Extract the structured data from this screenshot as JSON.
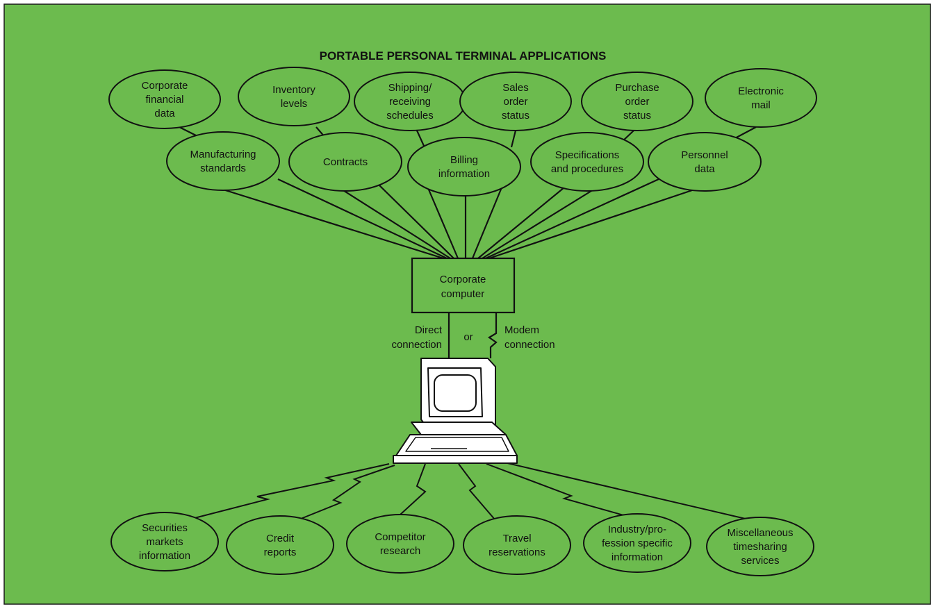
{
  "title": "PORTABLE PERSONAL TERMINAL APPLICATIONS",
  "top_row": [
    {
      "id": "corporate-financial-data",
      "lines": [
        "Corporate",
        "financial",
        "data"
      ]
    },
    {
      "id": "inventory-levels",
      "lines": [
        "Inventory",
        "levels"
      ]
    },
    {
      "id": "shipping-receiving-schedules",
      "lines": [
        "Shipping/",
        "receiving",
        "schedules"
      ]
    },
    {
      "id": "sales-order-status",
      "lines": [
        "Sales",
        "order",
        "status"
      ]
    },
    {
      "id": "purchase-order-status",
      "lines": [
        "Purchase",
        "order",
        "status"
      ]
    },
    {
      "id": "electronic-mail",
      "lines": [
        "Electronic",
        "mail"
      ]
    }
  ],
  "middle_row": [
    {
      "id": "manufacturing-standards",
      "lines": [
        "Manufacturing",
        "standards"
      ]
    },
    {
      "id": "contracts",
      "lines": [
        "Contracts"
      ]
    },
    {
      "id": "billing-information",
      "lines": [
        "Billing",
        "information"
      ]
    },
    {
      "id": "specifications-and-procedures",
      "lines": [
        "Specifications",
        "and procedures"
      ]
    },
    {
      "id": "personnel-data",
      "lines": [
        "Personnel",
        "data"
      ]
    }
  ],
  "computer": {
    "lines": [
      "Corporate",
      "computer"
    ]
  },
  "connection": {
    "direct": [
      "Direct",
      "connection"
    ],
    "or": "or",
    "modem": [
      "Modem",
      "connection"
    ]
  },
  "bottom_row": [
    {
      "id": "securities-markets-information",
      "lines": [
        "Securities",
        "markets",
        "information"
      ]
    },
    {
      "id": "credit-reports",
      "lines": [
        "Credit",
        "reports"
      ]
    },
    {
      "id": "competitor-research",
      "lines": [
        "Competitor",
        "research"
      ]
    },
    {
      "id": "travel-reservations",
      "lines": [
        "Travel",
        "reservations"
      ]
    },
    {
      "id": "industry-profession-specific-information",
      "lines": [
        "Industry/pro-",
        "fession specific",
        "information"
      ]
    },
    {
      "id": "miscellaneous-timesharing-services",
      "lines": [
        "Miscellaneous",
        "timesharing",
        "services"
      ]
    }
  ],
  "colors": {
    "background": "#6cbb4e",
    "ink": "#111111",
    "frame": "#ffffff"
  }
}
